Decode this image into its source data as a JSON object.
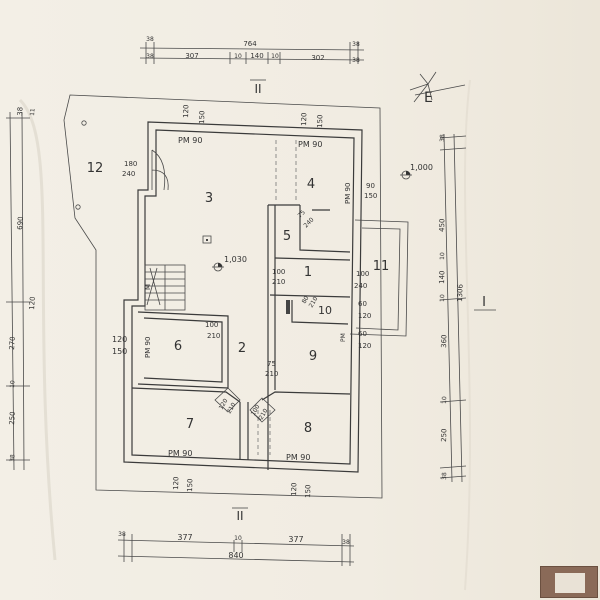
{
  "orientation_arrow": "E",
  "dims_top": {
    "total": "764",
    "left": "38",
    "left2": "38",
    "a": "307",
    "b": "10",
    "c": "140",
    "d": "10",
    "e": "302",
    "right": "38",
    "right2": "38"
  },
  "dims_bottom": {
    "l": "38",
    "a": "377",
    "b": "10",
    "c": "377",
    "r": "38",
    "total": "840"
  },
  "dims_left": {
    "a": "38",
    "b": "690",
    "c": "120",
    "d": "270",
    "e": "10",
    "f": "250",
    "g": "38",
    "h": "11"
  },
  "dims_right": {
    "a": "38",
    "b": "450",
    "c": "10",
    "d": "140",
    "e": "10",
    "f": "360",
    "g": "10",
    "h": "250",
    "i": "38",
    "total": "1306"
  },
  "section_marks": [
    "II",
    "II",
    "I"
  ],
  "rooms": [
    "1",
    "2",
    "3",
    "4",
    "5",
    "6",
    "7",
    "8",
    "9",
    "10",
    "11",
    "12"
  ],
  "window_labels": {
    "top1_a": "120",
    "top1_b": "150",
    "top1_pm": "PM 90",
    "top2_a": "120",
    "top2_b": "150",
    "top2_pm": "PM 90",
    "r4_pm": "PM 90",
    "r4_a": "90",
    "r4_b": "150",
    "l6_a": "120",
    "l6_b": "150",
    "l6_pm": "PM 90",
    "b7_pm": "PM 90",
    "b7_a": "120",
    "b7_b": "150",
    "b8_pm": "PM 90",
    "b8_a": "120",
    "b8_b": "150",
    "r10_a": "60",
    "r10_b": "120",
    "r11_pm": "PM",
    "r11_a": "60",
    "r11_b": "120",
    "w12_a": "180",
    "w12_b": "240"
  },
  "door_labels": {
    "d1_a": "100",
    "d1_b": "210",
    "d1b_a": "100",
    "d1b_b": "240",
    "d5_a": "75",
    "d5_b": "240",
    "d10_a": "80",
    "d10_b": "210",
    "d6_a": "100",
    "d6_b": "210",
    "d9_a": "75",
    "d9_b": "210",
    "d7_a": "120",
    "d7_b": "210",
    "d8_a": "100",
    "d8_b": "210"
  },
  "level_marks": {
    "hall": "1,030",
    "outside": "1,000"
  },
  "stair_label": "M"
}
